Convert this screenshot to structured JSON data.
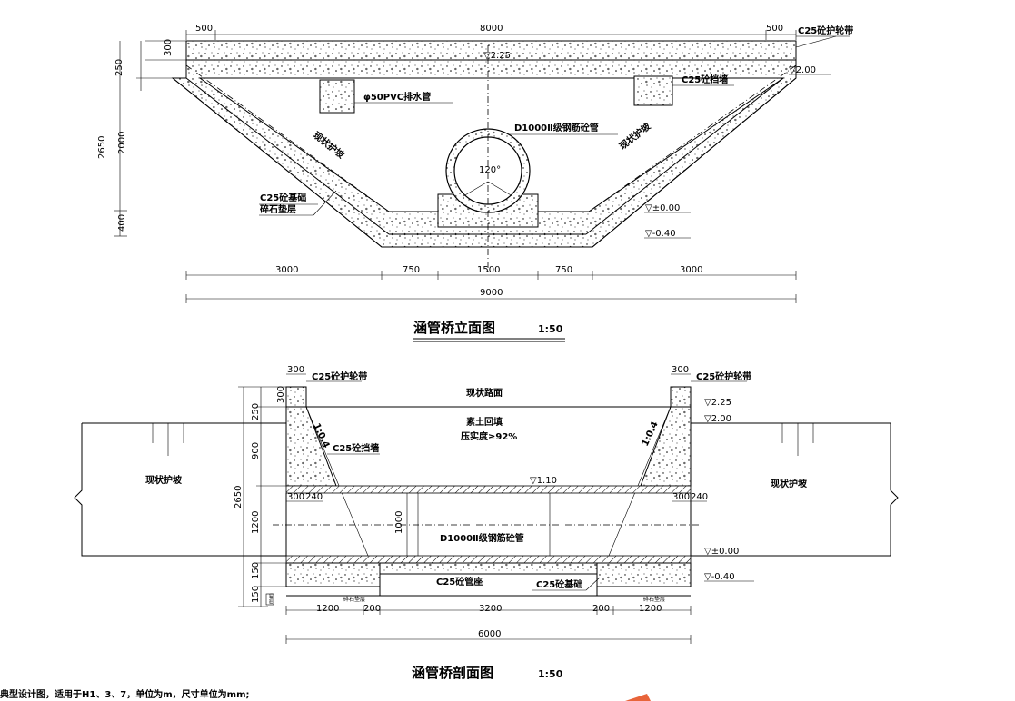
{
  "elevation": {
    "title": "涵管桥立面图",
    "scale": "1:50",
    "top_dims": [
      "500",
      "8000",
      "500"
    ],
    "left_dims": [
      "300",
      "250",
      "2000",
      "400"
    ],
    "left_total": "2650",
    "bottom_dims": [
      "3000",
      "750",
      "1500",
      "750",
      "3000"
    ],
    "bottom_total": "9000",
    "levels": [
      "▽2.25",
      "▽2.00",
      "▽±0.00",
      "▽-0.40"
    ],
    "labels": {
      "guard_band": "C25砼护轮带",
      "retaining_wall": "C25砼挡墙",
      "drain_pipe": "φ50PVC排水管",
      "pipe": "D1000Ⅱ级钢筋砼管",
      "slope_left": "现状护坡",
      "slope_right": "现状护坡",
      "angle": "120°",
      "foundation": "C25砼基础",
      "gravel": "碎石垫层"
    }
  },
  "section": {
    "title": "涵管桥剖面图",
    "scale": "1:50",
    "top_dims": [
      "300",
      "300"
    ],
    "left_dims": [
      "300",
      "250",
      "900",
      "1200",
      "150",
      "150"
    ],
    "left_total": "2650",
    "pipe_dims": [
      "300",
      "240",
      "300",
      "240"
    ],
    "pipe_height": "1000",
    "bottom_dims": [
      "1200",
      "200",
      "3200",
      "200",
      "1200"
    ],
    "bottom_total": "6000",
    "levels": [
      "▽2.25",
      "▽2.00",
      "▽1.10",
      "▽±0.00",
      "▽-0.40"
    ],
    "labels": {
      "guard_left": "C25砼护轮带",
      "guard_right": "C25砼护轮带",
      "road": "现状路面",
      "backfill": "素土回填",
      "compaction": "压实度≥92%",
      "slope_ratio_left": "1:0.4",
      "slope_ratio_right": "1:0.4",
      "wall": "C25砼挡墙",
      "slope_left": "现状护坡",
      "slope_right": "现状护坡",
      "pipe": "D1000Ⅱ级钢筋砼管",
      "pipe_seat": "C25砼管座",
      "foundation": "C25砼基础",
      "gravel_left": "碎石垫层",
      "gravel_right": "碎石垫层",
      "unit": "mm"
    }
  },
  "note": "典型设计图，适用于H1、3、7，单位为m，尺寸单位为mm;"
}
